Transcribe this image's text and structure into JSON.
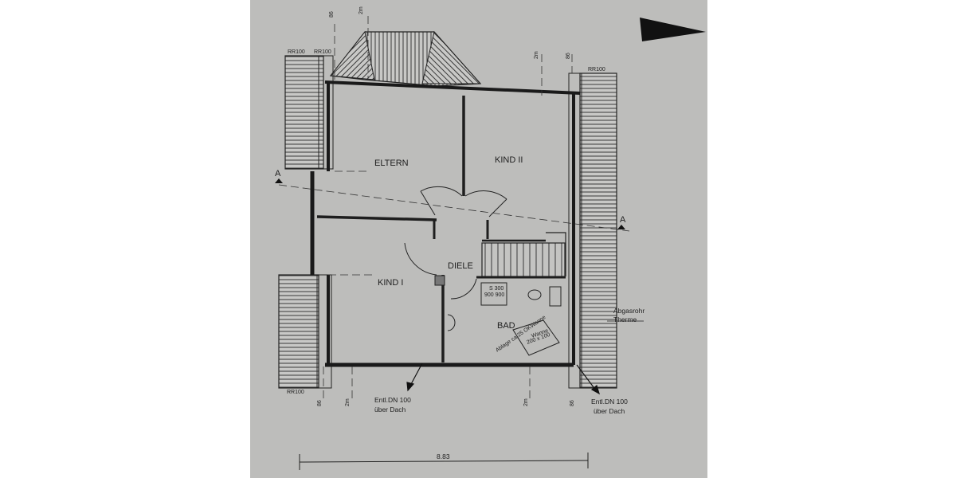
{
  "rooms": {
    "eltern": "ELTERN",
    "kind2": "KIND II",
    "diele": "DIELE",
    "kind1": "KIND I",
    "bad": "BAD"
  },
  "section_marks": {
    "left": "A",
    "right": "A"
  },
  "roof_windows": {
    "top_left_1": "RR100",
    "top_left_2": "RR100",
    "top_right": "RR100",
    "bottom_left": "RR100"
  },
  "annotations": {
    "abgasrohr": "Abgasrohr",
    "therme": "Therme",
    "entl_left_1": "Entl.DN 100",
    "entl_left_2": "über Dach",
    "entl_right_1": "Entl.DN 100",
    "entl_right_2": "über Dach",
    "ablage": "Ablage ca.25 OKWanne"
  },
  "fixtures": {
    "shower_1": "S 300",
    "shower_2": "900  900",
    "tub_1": "Wanne",
    "tub_2": "200 x 100"
  },
  "dimensions": {
    "overall_width": "8.83",
    "tick_a": "2m",
    "tick_b": "86"
  }
}
